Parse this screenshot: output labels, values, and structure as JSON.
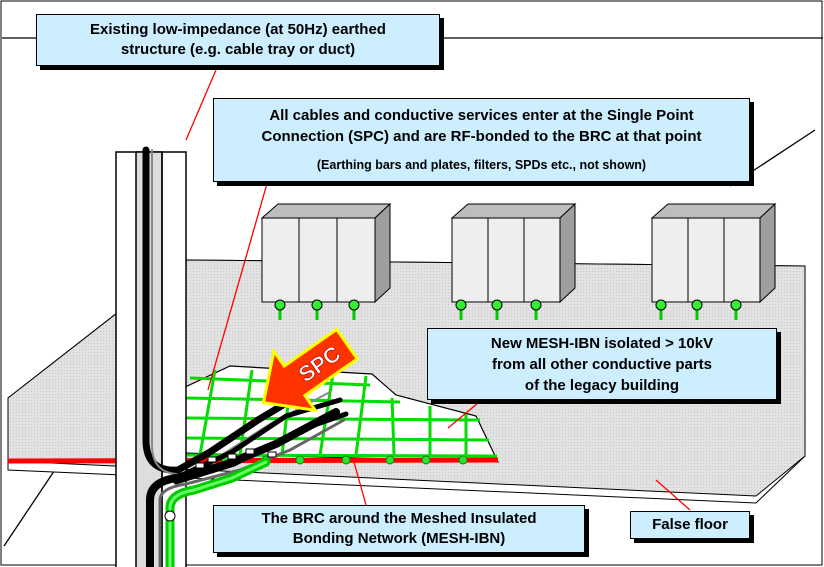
{
  "callouts": {
    "structure": {
      "line1": "Existing low-impedance (at 50Hz) earthed",
      "line2": "structure (e.g. cable tray or duct)"
    },
    "spc": {
      "line1": "All cables and conductive services enter at the Single Point",
      "line2": "Connection (SPC) and are RF-bonded to the BRC at that point",
      "note": "(Earthing bars and plates, filters, SPDs etc., not shown)"
    },
    "mesh_ibn": {
      "line1": "New MESH-IBN isolated > 10kV",
      "line2": "from all other conductive parts",
      "line3": "of the legacy building"
    },
    "brc": {
      "line1": "The BRC around the Meshed Insulated",
      "line2": "Bonding Network (MESH-IBN)"
    },
    "false_floor": "False floor"
  },
  "spc_arrow_label": "SPC",
  "colors": {
    "callout_fill": "#cdeeff",
    "mesh_green": "#00dd00",
    "brc_red": "#ff0000",
    "floor_gray": "#e4e4e4",
    "cabinet_gray": "#eeeeee",
    "arrow_fill": "#ff3300",
    "arrow_border": "#ffff00",
    "leader_line": "#ff0000"
  }
}
